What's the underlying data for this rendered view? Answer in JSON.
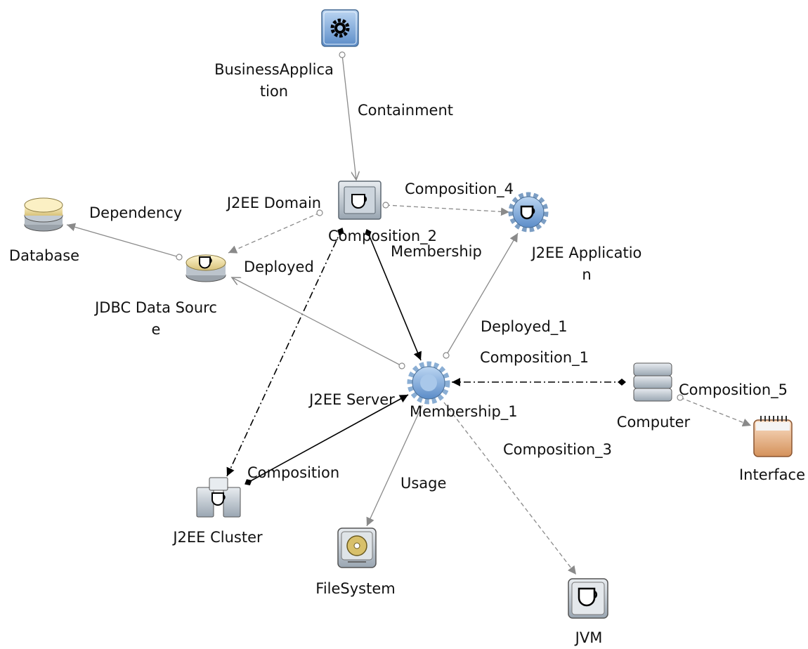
{
  "nodes": {
    "business_application": {
      "label": "BusinessApplica\ntion",
      "icon": "gear-icon"
    },
    "j2ee_domain": {
      "label": "J2EE Domain",
      "icon": "j2ee-domain-icon"
    },
    "database": {
      "label": "Database",
      "icon": "database-icon"
    },
    "jdbc_data_source": {
      "label": "JDBC Data Sourc\ne",
      "icon": "jdbc-data-source-icon"
    },
    "j2ee_application": {
      "label": "J2EE Applicatio\nn",
      "icon": "j2ee-application-icon"
    },
    "j2ee_server": {
      "label": "J2EE Server",
      "icon": "j2ee-server-icon"
    },
    "computer": {
      "label": "Computer",
      "icon": "computer-icon"
    },
    "interface": {
      "label": "Interface",
      "icon": "interface-icon"
    },
    "j2ee_cluster": {
      "label": "J2EE Cluster",
      "icon": "j2ee-cluster-icon"
    },
    "filesystem": {
      "label": "FileSystem",
      "icon": "filesystem-icon"
    },
    "jvm": {
      "label": "JVM",
      "icon": "jvm-icon"
    }
  },
  "edges": {
    "containment": "Containment",
    "dependency": "Dependency",
    "composition_4": "Composition_4",
    "composition_2": "Composition_2",
    "membership": "Membership",
    "deployed": "Deployed",
    "deployed_1": "Deployed_1",
    "composition_1": "Composition_1",
    "composition_5": "Composition_5",
    "membership_1": "Membership_1",
    "composition_3": "Composition_3",
    "composition": "Composition",
    "usage": "Usage"
  },
  "colors": {
    "edge_gray": "#8a8a8a",
    "edge_black": "#000000",
    "icon_blue": "#6f9fd8",
    "icon_gray": "#b9c2cc",
    "database_yellow": "#f3e4a0",
    "interface_orange": "#e8b58a"
  }
}
